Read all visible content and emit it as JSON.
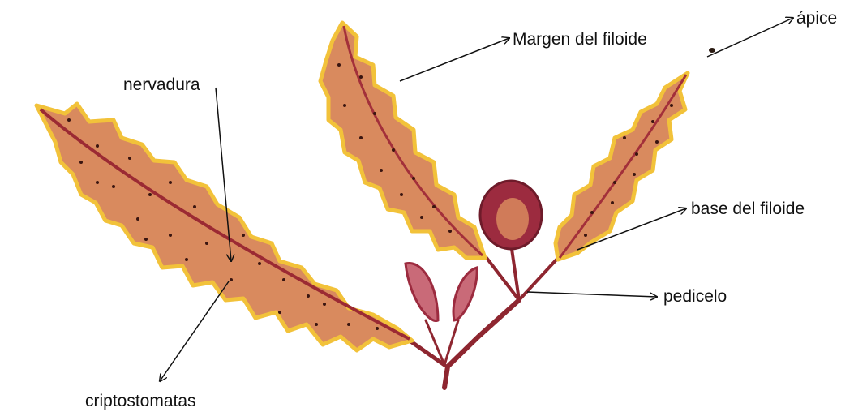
{
  "labels": {
    "apice": "ápice",
    "margen": "Margen del filoide",
    "nervadura": "nervadura",
    "base": "base del filoide",
    "pedicelo": "pedicelo",
    "criptostomatas": "criptostomatas"
  },
  "colors": {
    "leaf_fill": "#d98a5e",
    "leaf_margin": "#f2c23a",
    "vein": "#9b2a33",
    "stem": "#8e2630",
    "fruit": "#9c2b3f",
    "arrow": "#111111"
  }
}
